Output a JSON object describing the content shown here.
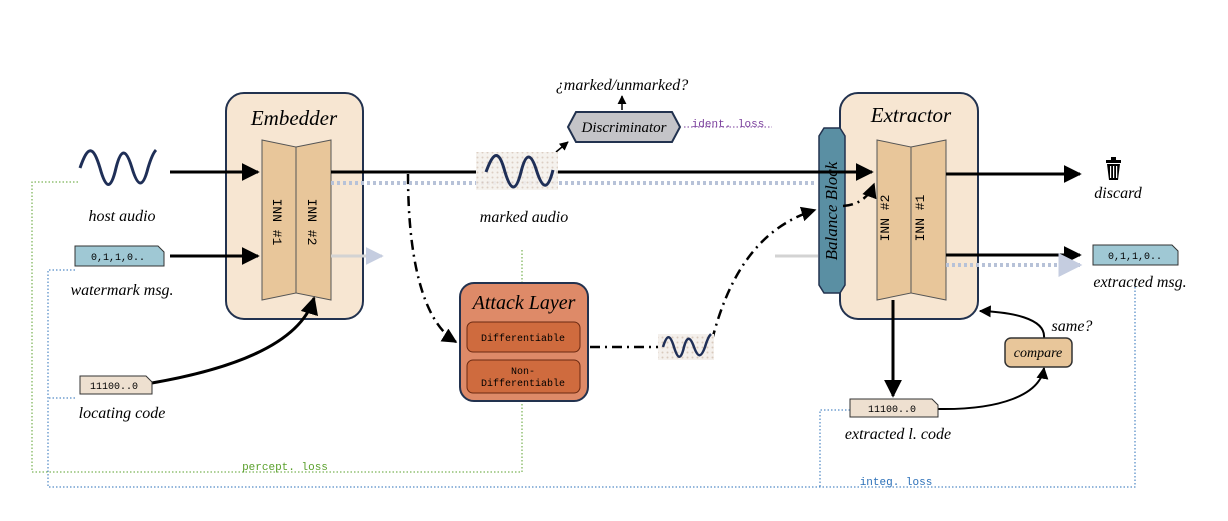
{
  "blocks": {
    "embedder": "Embedder",
    "extractor": "Extractor",
    "attack_layer": "Attack Layer",
    "differentiable": "Differentiable",
    "non_differentiable_1": "Non-",
    "non_differentiable_2": "Differentiable",
    "discriminator": "Discriminator",
    "balance_block": "Balance Block",
    "compare": "compare"
  },
  "inn": {
    "one": "INN #1",
    "two": "INN #2"
  },
  "labels": {
    "host_audio": "host audio",
    "watermark_msg": "watermark msg.",
    "locating_code": "locating code",
    "marked_audio": "marked audio",
    "marked_unmarked": "¿marked/unmarked?",
    "discard": "discard",
    "extracted_msg": "extracted msg.",
    "extracted_code": "extracted l. code",
    "same": "same?"
  },
  "tags": {
    "watermark_bits": "0,1,1,0..",
    "locating_bits": "11100..0",
    "extracted_bits": "0,1,1,0..",
    "extracted_code_bits": "11100..0"
  },
  "losses": {
    "ident": "ident. loss",
    "percept": "percept. loss",
    "integ": "integ. loss"
  },
  "colors": {
    "block_fill": "#f7e6d2",
    "inn_fill": "#e8c69a",
    "attack_fill": "#de8a68",
    "attack_inner": "#cf6b3e",
    "discriminator_fill": "#c4c4c8",
    "balance_fill": "#5a8fa3",
    "tag_blue": "#9fc8d4",
    "tag_beige": "#eee0d0",
    "compare_fill": "#e8c69a",
    "percept_loss": "#5aa02c",
    "integ_loss": "#2a6fb8",
    "ident_loss": "#7a3f9c",
    "wave": "#1f2f57"
  }
}
